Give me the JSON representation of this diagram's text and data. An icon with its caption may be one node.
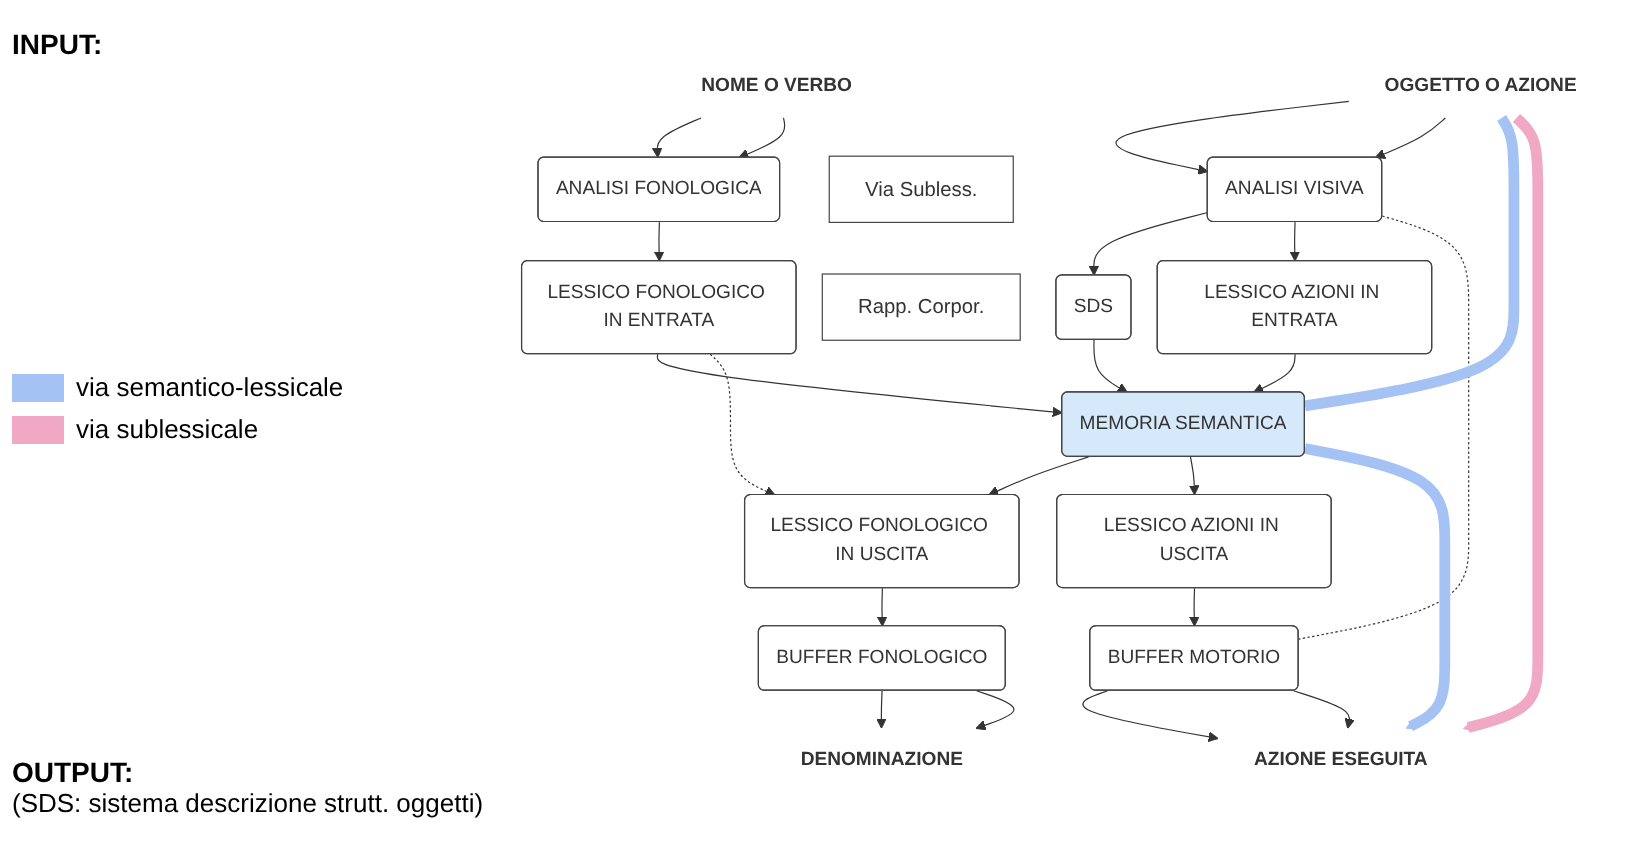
{
  "diagram": {
    "nodes": [
      {
        "text": [
          "NOME O VERBO"
        ]
      },
      {
        "text": [
          "OGGETTO O AZIONE"
        ]
      },
      {
        "text": [
          "ANALISI FONOLOGICA"
        ]
      },
      {
        "text": [
          "ANALISI VISIVA"
        ]
      },
      {
        "text": [
          "LESSICO FONOLOGICO IN ENTRATA"
        ]
      },
      {
        "text": [
          "SDS"
        ]
      },
      {
        "text": [
          "LESSICO AZIONI IN ENTRATA"
        ]
      },
      {
        "text": [
          "Via Subless."
        ]
      },
      {
        "text": [
          "MEMORIA SEMANTICA"
        ]
      },
      {
        "text": [
          "Rapp. Corpor."
        ]
      },
      {
        "text": [
          "LESSICO FONOLOGICO IN USCITA"
        ]
      },
      {
        "text": [
          "LESSICO AZIONI IN USCITA"
        ]
      },
      {
        "text": [
          "BUFFER FONOLOGICO"
        ]
      },
      {
        "text": [
          "BUFFER MOTORIO"
        ]
      },
      {
        "text": [
          "DENOMINAZIONE"
        ]
      },
      {
        "text": [
          "AZIONE ESEGUITA"
        ]
      }
    ],
    "edges": [
      {
        "from": 0,
        "to": 2,
        "arrow": "to"
      },
      {
        "from": 0,
        "to": 2,
        "arrow": "to"
      },
      {
        "from": 1,
        "to": 3,
        "arrow": "to"
      },
      {
        "from": 1,
        "to": 3,
        "arrow": "to"
      },
      {
        "from": 2,
        "to": 4,
        "arrow": "to"
      },
      {
        "from": 3,
        "to": 5,
        "arrow": "to"
      },
      {
        "from": 3,
        "to": 6,
        "arrow": "to"
      },
      {
        "from": 4,
        "to": 8,
        "arrow": "to"
      },
      {
        "from": 5,
        "to": 8,
        "arrow": "to"
      },
      {
        "from": 6,
        "to": 8,
        "arrow": "to"
      },
      {
        "from": 4,
        "to": 10,
        "arrow": "to",
        "style": "dashed"
      },
      {
        "from": 8,
        "to": 10,
        "arrow": "to"
      },
      {
        "from": 8,
        "to": 11,
        "arrow": "to"
      },
      {
        "from": 10,
        "to": 12,
        "arrow": "to"
      },
      {
        "from": 11,
        "to": 13,
        "arrow": "to"
      },
      {
        "from": 12,
        "to": 14,
        "arrow": "to"
      },
      {
        "from": 12,
        "to": 14,
        "arrow": "to"
      },
      {
        "from": 13,
        "to": 15,
        "arrow": "to"
      },
      {
        "from": 13,
        "to": 15,
        "arrow": "to"
      },
      {
        "from": 3,
        "to": 13,
        "arrow": "none",
        "style": "dashed"
      },
      {
        "from": 1,
        "to": 8,
        "arrow": "none",
        "style": "thick",
        "color": "#a4c2f4"
      },
      {
        "from": 8,
        "to": 15,
        "arrow": "to",
        "style": "thick",
        "color": "#a4c2f4"
      },
      {
        "from": 1,
        "to": 15,
        "arrow": "to",
        "style": "thick",
        "color": "#f0a8c4"
      }
    ],
    "labels": [
      "INPUT:",
      "OUTPUT:",
      "(SDS: sistema descrizione strutt. oggetti)"
    ],
    "legend": [
      {
        "text": "via semantico-lessicale",
        "color": "#a4c2f4"
      },
      {
        "text": "via sublessicale",
        "color": "#f0a8c4"
      }
    ]
  }
}
